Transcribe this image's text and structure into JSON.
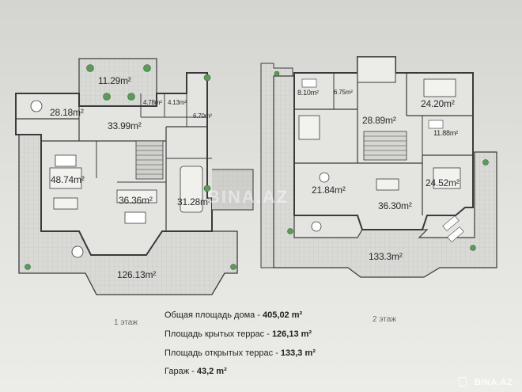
{
  "floor1": {
    "areas": {
      "top_balcony": "11.29m²",
      "living_top_left": "28.18m²",
      "hall": "33.99m²",
      "small_a": "4.78m²",
      "small_b": "4.13m²",
      "small_c": "6.70m²",
      "dining": "48.74m²",
      "living_center": "36.36m²",
      "garage": "31.28m²",
      "terrace": "126.13m²"
    },
    "label": "1 этаж"
  },
  "floor2": {
    "areas": {
      "bath_left": "8.10m²",
      "bath_small": "6.75m²",
      "bedroom_top_right": "24.20m²",
      "hall": "28.89m²",
      "bath_right": "11.88m²",
      "room_left": "21.84m²",
      "room_center": "36.30m²",
      "bedroom_right": "24.52m²",
      "terrace": "133.3m²"
    },
    "label": "2 этаж"
  },
  "summary": {
    "total_label": "Общая площадь дома - ",
    "total_value": "405,02 m²",
    "covered_label": "Площадь крытых террас - ",
    "covered_value": "126,13 m²",
    "open_label": "Площадь открытых террас - ",
    "open_value": "133,3 m²",
    "garage_label": "Гараж - ",
    "garage_value": "43,2 m²"
  },
  "watermark": "BINA.AZ",
  "brand": "BINA.AZ"
}
